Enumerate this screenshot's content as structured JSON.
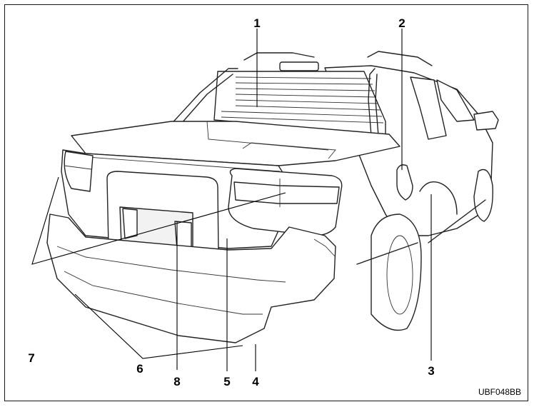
{
  "figure": {
    "code": "UBF048BB",
    "callouts": [
      "1",
      "2",
      "3",
      "4",
      "5",
      "6",
      "7",
      "8"
    ]
  }
}
